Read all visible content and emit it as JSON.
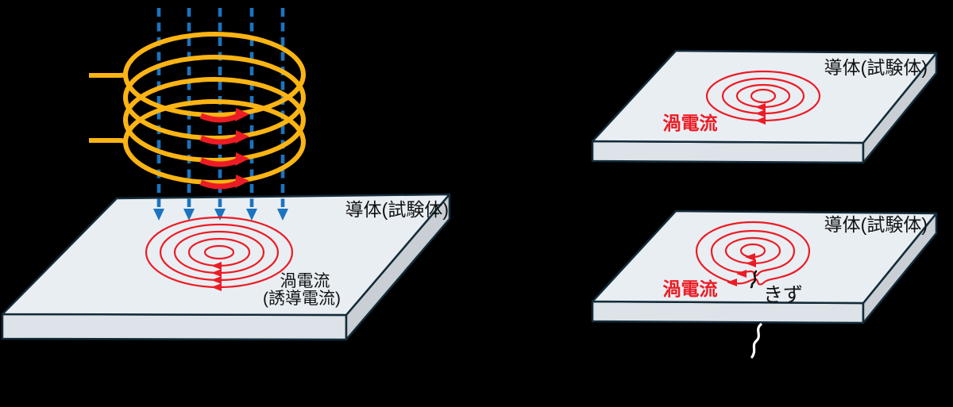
{
  "colors": {
    "background": "#000000",
    "coil": "#fbb414",
    "flux": "#1b74bf",
    "current": "#ec1c24",
    "plateTop": "#e9eef3",
    "plateFront": "#dde3e8",
    "plateSide": "#c9cfd4",
    "outline": "#132b39",
    "textColor": "#111111",
    "crackWhite": "#ffffff"
  },
  "left": {
    "plate_label": "導体(試験体)",
    "eddy_line1": "渦電流",
    "eddy_line2": "(誘導電流)"
  },
  "right_top": {
    "plate_label": "導体(試験体)",
    "eddy_label": "渦電流"
  },
  "right_bottom": {
    "plate_label": "導体(試験体)",
    "eddy_label": "渦電流",
    "flaw_label": "きず"
  }
}
